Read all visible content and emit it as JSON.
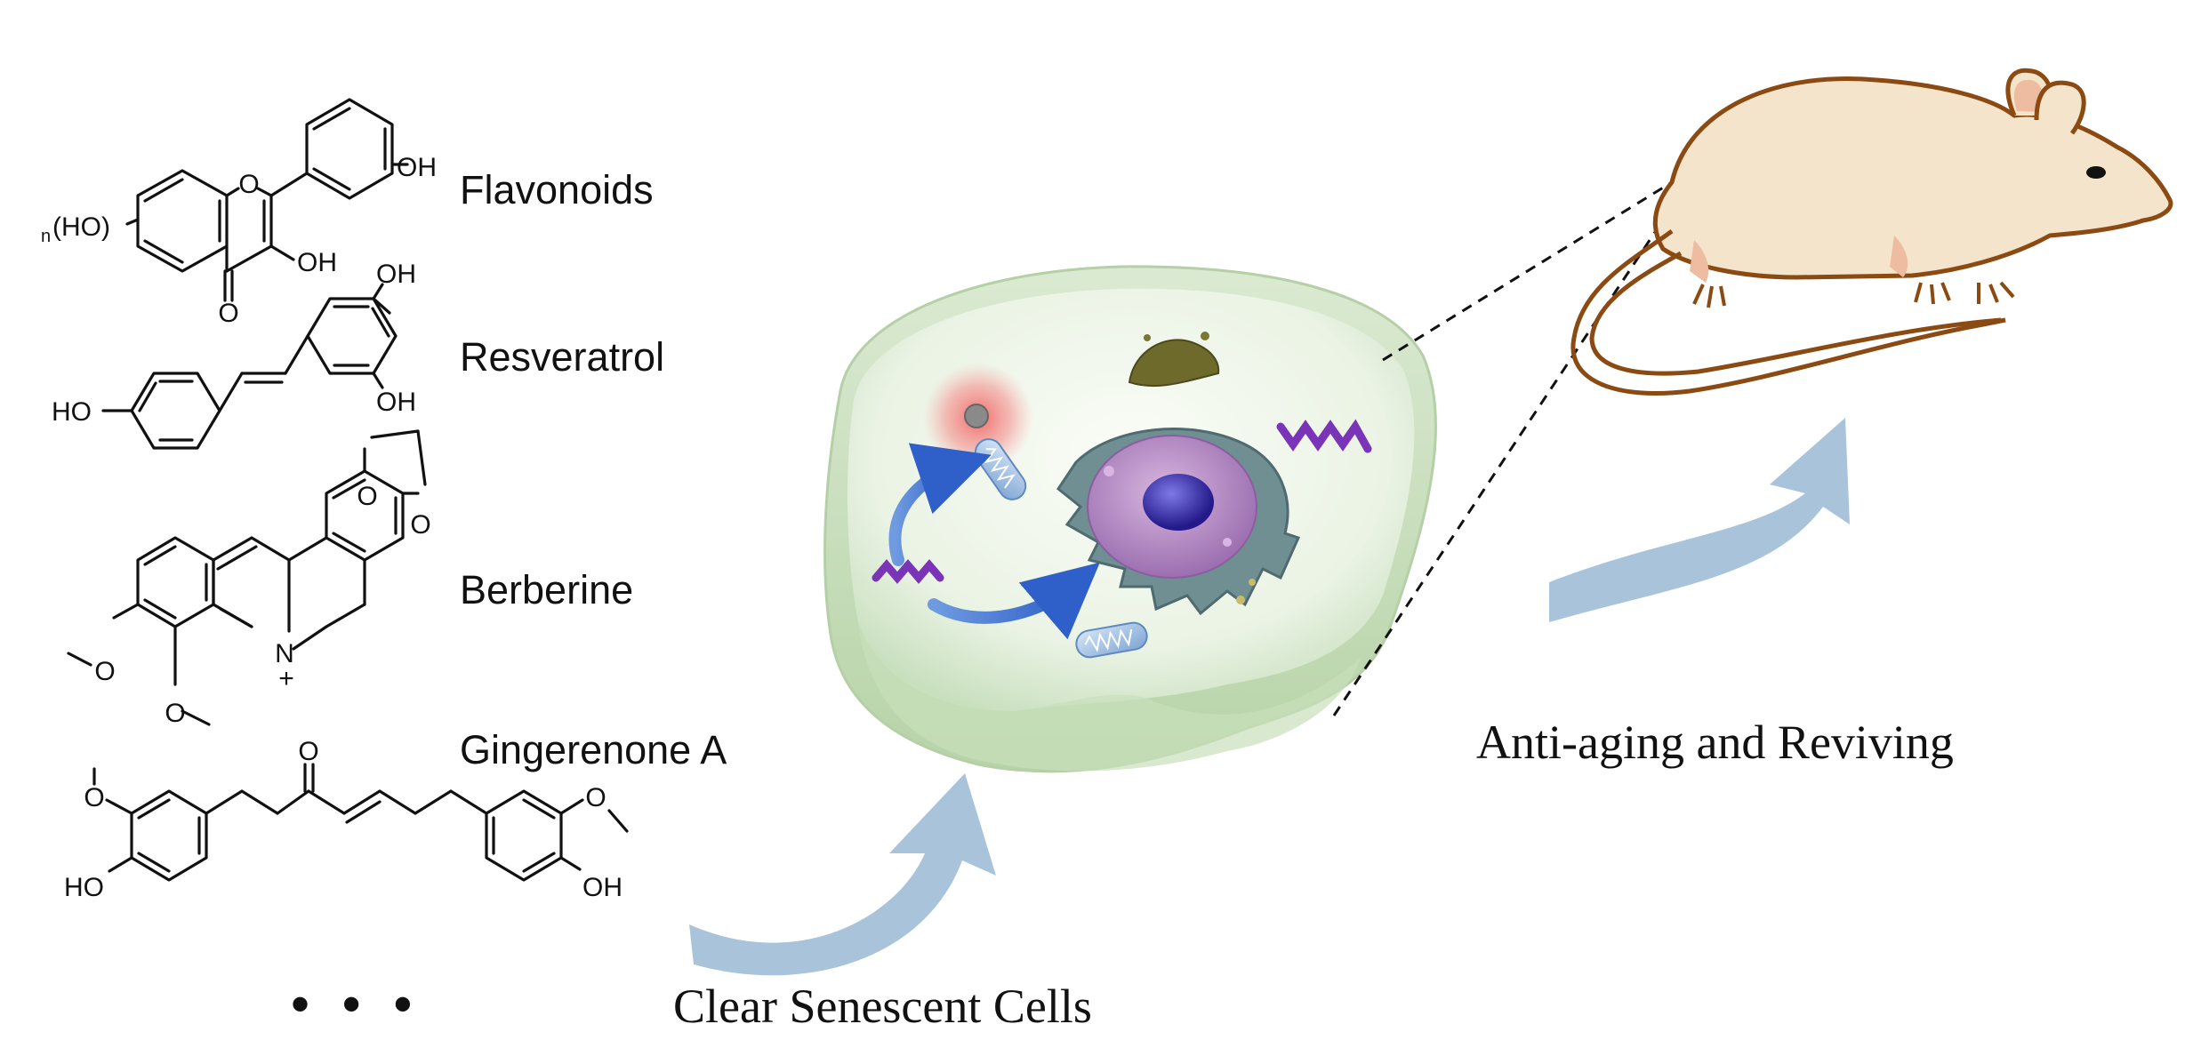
{
  "compounds": [
    {
      "name": "Flavonoids",
      "labels": {
        "oh_phenyl": "OH",
        "oh_ring": "OH",
        "carbonyl": "O",
        "ring_o": "O",
        "nho_sub": "n",
        "nho": "(HO)"
      }
    },
    {
      "name": "Resveratrol",
      "labels": {
        "oh_top": "OH",
        "oh_bottom": "OH",
        "oh_left": "HO"
      }
    },
    {
      "name": "Berberine",
      "labels": {
        "o1": "O",
        "o2": "O",
        "n": "N",
        "plus": "+",
        "ome1": "O",
        "ome2": "O"
      }
    },
    {
      "name": "Gingerenone A",
      "labels": {
        "carbonyl": "O",
        "ome_left": "O",
        "oh_left": "HO",
        "ome_right": "O",
        "oh_right": "OH"
      }
    }
  ],
  "more_indicator": "• • •",
  "captions": {
    "clear": "Clear Senescent Cells",
    "anti_aging": "Anti-aging and Reviving"
  },
  "colors": {
    "arrow": "#a9c4da",
    "cell": "#dfeedb",
    "mouse_body": "#f5e4cc",
    "mouse_outline": "#8a4a12",
    "nucleus": "#b98cc6",
    "nucleolus": "#3a2fa8",
    "er": "#6f8f93",
    "signal": "#7a34b8",
    "blue_arrow": "#3d74d6",
    "ros": "#f06060"
  }
}
